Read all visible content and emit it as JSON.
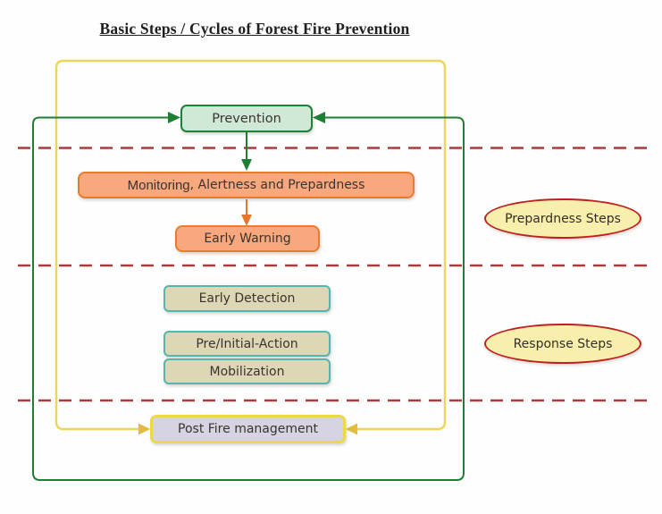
{
  "title": "Basic Steps / Cycles of Forest Fire Prevention",
  "nodes": {
    "prevention": {
      "label": "Prevention",
      "fill": "#cfe9d6",
      "border": "#1d8239"
    },
    "monitoring": {
      "label": "Monitoring , Alertness and Prepardness",
      "label_part1": "Monitoring",
      "label_part2": " , Alertness and Prepardness",
      "fill": "#f9a77d",
      "border": "#e97d2f"
    },
    "early_warning": {
      "label": "Early Warning",
      "fill": "#f9a77d",
      "border": "#e97d2f"
    },
    "early_detection": {
      "label": "Early Detection",
      "fill": "#ded7b6",
      "border": "#54b6ae"
    },
    "pre_initial_action": {
      "label": "Pre/Initial-Action",
      "fill": "#ded7b6",
      "border": "#54b6ae"
    },
    "mobilization": {
      "label": "Mobilization",
      "fill": "#ded7b6",
      "border": "#54b6ae"
    },
    "post_fire_management": {
      "label": "Post Fire management",
      "fill": "#d6d3e2",
      "border": "#ecd94a"
    }
  },
  "side_labels": {
    "prepardness_steps": {
      "label": "Prepardness Steps",
      "fill": "#f9efad",
      "border": "#bf2121"
    },
    "response_steps": {
      "label": "Response Steps",
      "fill": "#f9efad",
      "border": "#bf2121"
    }
  },
  "connectors": {
    "green_cycle_color": "#1e7e34",
    "yellow_cycle_color": "#eed65c",
    "yellow_arrowhead_color": "#e2bc3a",
    "orange_arrow_color": "#e8762d",
    "red_divider_color": "#a83c3c",
    "divider_count": "3"
  }
}
